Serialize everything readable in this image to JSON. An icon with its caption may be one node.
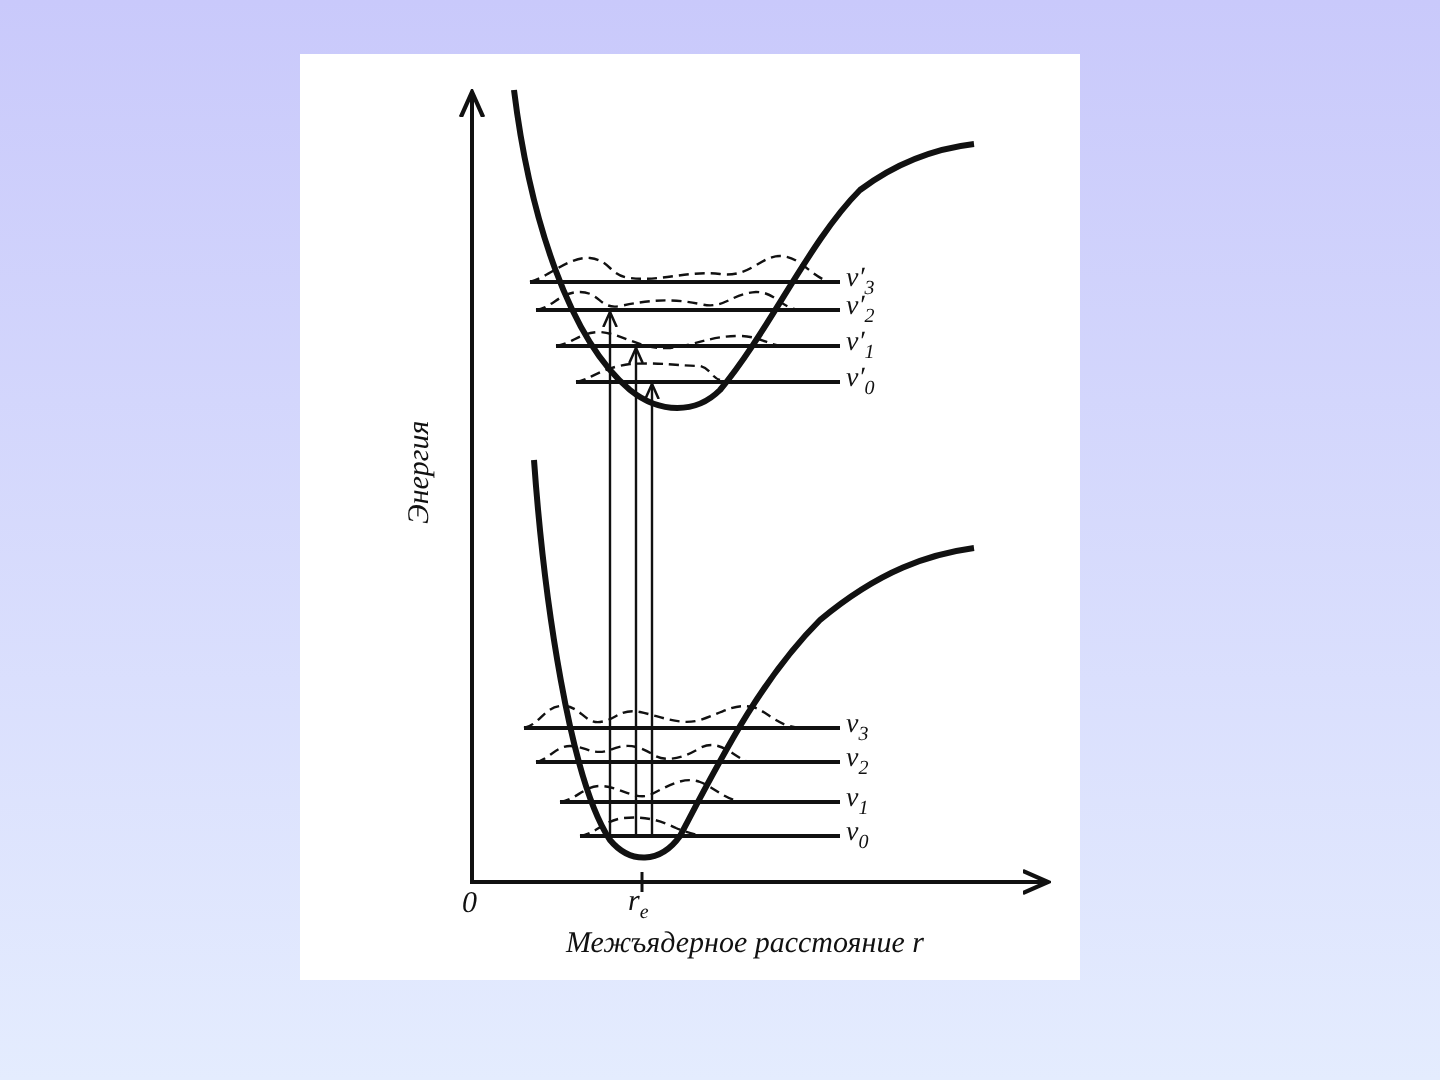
{
  "diagram": {
    "nodes": [
      {
        "text": [],
        "shape": "bar",
        "beside": [
          "v′$_{3}$"
        ]
      },
      {
        "text": [],
        "shape": "bar",
        "beside": [
          "v′$_{2}$"
        ]
      },
      {
        "text": [],
        "shape": "bar",
        "beside": [
          "v′$_{1}$"
        ]
      },
      {
        "text": [],
        "shape": "bar",
        "beside": [
          "v′$_{0}$"
        ]
      },
      {
        "text": [],
        "shape": "bar",
        "beside": [
          "v$_{3}$"
        ]
      },
      {
        "text": [],
        "shape": "bar",
        "beside": [
          "v$_{2}$"
        ]
      },
      {
        "text": [],
        "shape": "bar",
        "beside": [
          "v$_{1}$"
        ]
      },
      {
        "text": [],
        "shape": "bar",
        "beside": [
          "v$_{0}$"
        ]
      }
    ],
    "edges": [
      {
        "from": 7,
        "to": 1,
        "arrow": "to"
      },
      {
        "from": 7,
        "to": 2,
        "arrow": "to"
      },
      {
        "from": 7,
        "to": 3,
        "arrow": "to"
      }
    ],
    "labels": [
      "Энергия",
      "0",
      "r$_{e}$",
      "Межъядерное расстояние r"
    ]
  }
}
